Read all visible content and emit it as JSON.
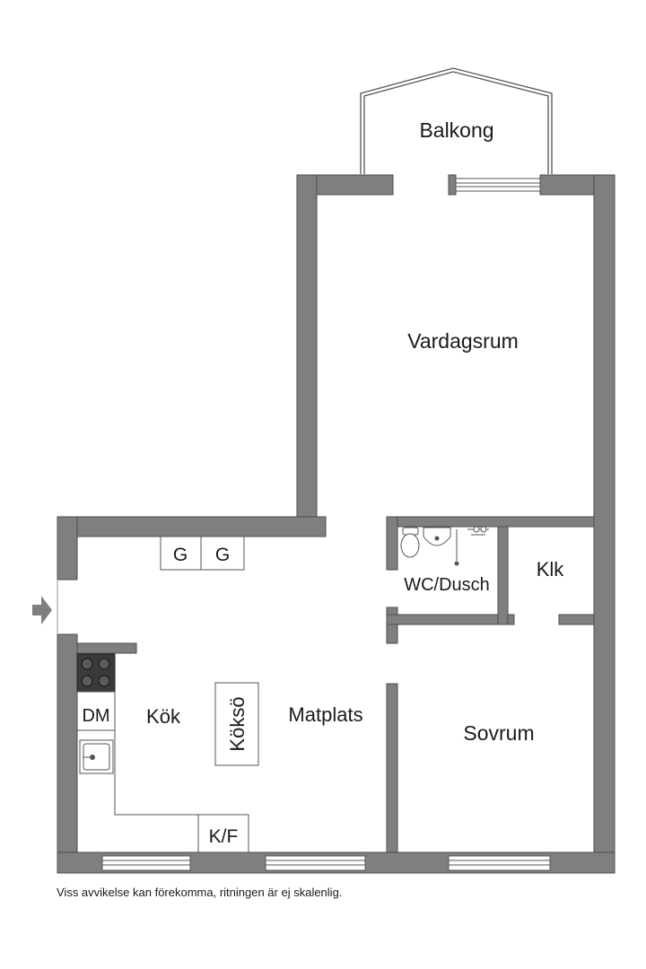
{
  "rooms": {
    "balcony": "Balkong",
    "living_room": "Vardagsrum",
    "wc_shower": "WC/Dusch",
    "closet": "Klk",
    "kitchen": "Kök",
    "kitchen_island": "Köksö",
    "dining": "Matplats",
    "bedroom": "Sovrum"
  },
  "fixtures": {
    "cabinet_1": "G",
    "cabinet_2": "G",
    "dishwasher": "DM",
    "fridge_freezer": "K/F"
  },
  "caption": "Viss avvikelse kan förekomma, ritningen är ej skalenlig.",
  "colors": {
    "wall": "#7f7f7f",
    "wall_outline": "#4d4d4d",
    "fixture_line": "#555555",
    "stove": "#3a3a3a",
    "background": "#ffffff"
  }
}
